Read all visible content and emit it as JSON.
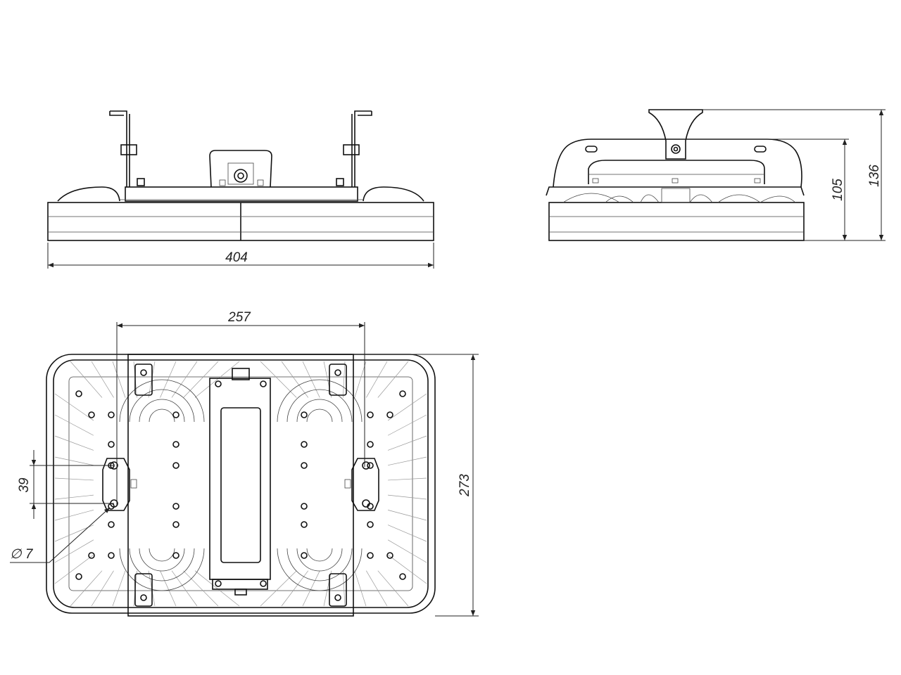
{
  "dimensions": {
    "width_front": "404",
    "height_side_inner": "105",
    "height_side_total": "136",
    "mount_spacing": "257",
    "depth_top": "273",
    "hole_spacing": "39",
    "hole_diameter": "∅ 7"
  }
}
